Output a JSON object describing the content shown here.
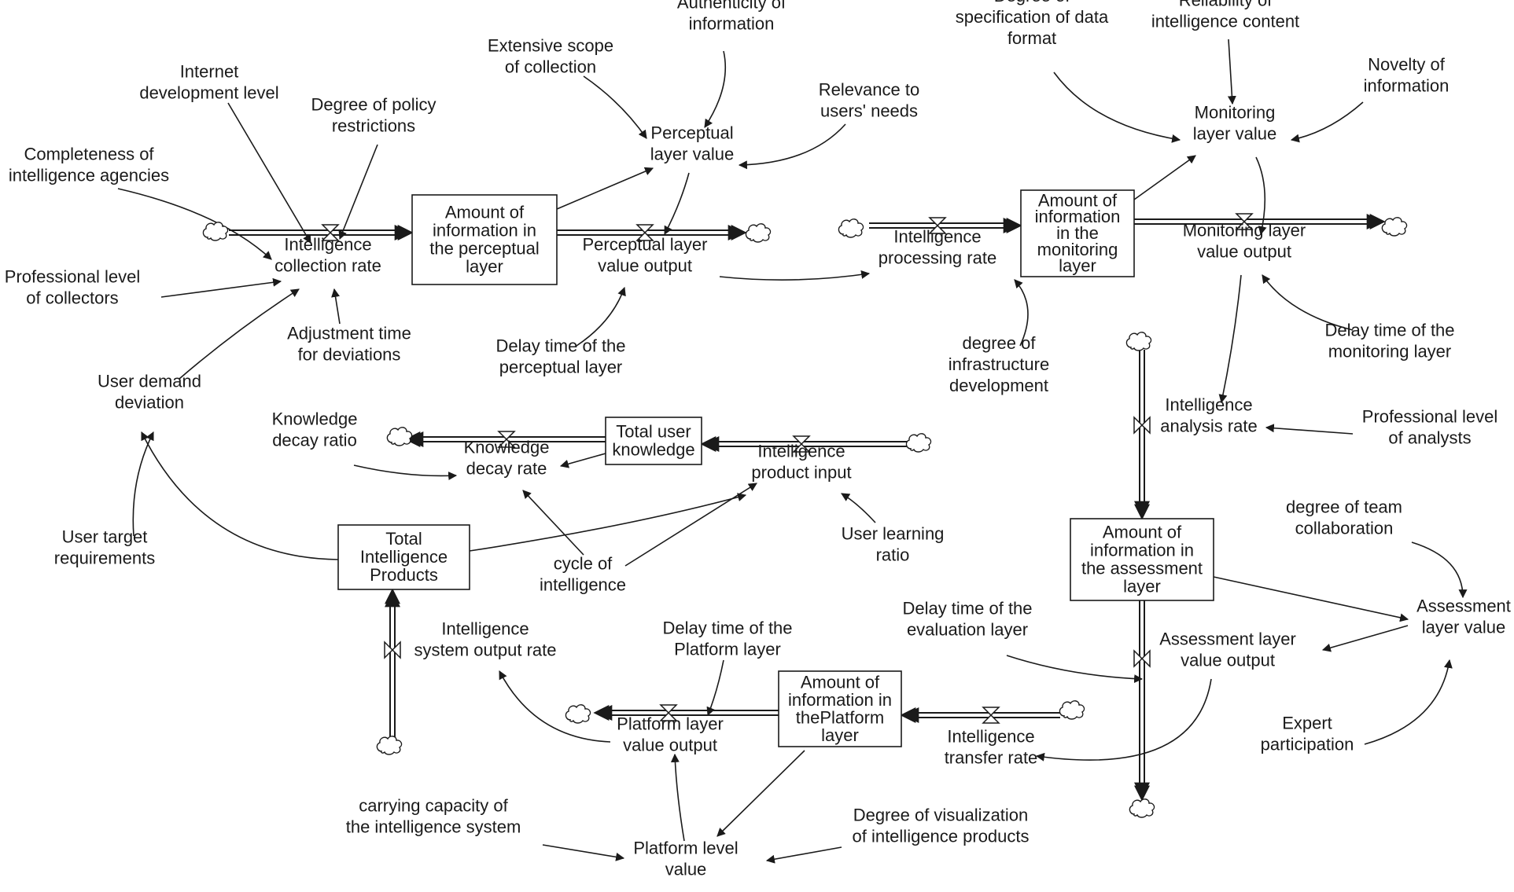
{
  "stocks": [
    {
      "id": "perceptual_amount",
      "lines": [
        "Amount of",
        "information in",
        "the perceptual",
        "layer"
      ]
    },
    {
      "id": "monitoring_amount",
      "lines": [
        "Amount of",
        "information",
        "in the",
        "monitoring",
        "layer"
      ]
    },
    {
      "id": "assessment_amount",
      "lines": [
        "Amount of",
        "information in",
        "the assessment",
        "layer"
      ]
    },
    {
      "id": "platform_amount",
      "lines": [
        "Amount of",
        "information in",
        "thePlatform",
        "layer"
      ]
    },
    {
      "id": "total_products",
      "lines": [
        "Total",
        "Intelligence",
        "Products"
      ]
    },
    {
      "id": "user_knowledge",
      "lines": [
        "Total user",
        "knowledge"
      ]
    }
  ],
  "variables": [
    {
      "id": "intelligence_collection_rate",
      "lines": [
        "Intelligence",
        "collection rate"
      ]
    },
    {
      "id": "perceptual_layer_value",
      "lines": [
        "Perceptual",
        "layer value"
      ]
    },
    {
      "id": "perceptual_value_output",
      "lines": [
        "Perceptual layer",
        "value output"
      ]
    },
    {
      "id": "intelligence_processing_rate",
      "lines": [
        "Intelligence",
        "processing rate"
      ]
    },
    {
      "id": "monitoring_layer_value",
      "lines": [
        "Monitoring",
        "layer value"
      ]
    },
    {
      "id": "monitoring_value_output",
      "lines": [
        "Monitoring layer",
        "value output"
      ]
    },
    {
      "id": "intelligence_analysis_rate",
      "lines": [
        "Intelligence",
        "analysis rate"
      ]
    },
    {
      "id": "assessment_layer_value",
      "lines": [
        "Assessment",
        "layer value"
      ]
    },
    {
      "id": "assessment_value_output",
      "lines": [
        "Assessment layer",
        "value output"
      ]
    },
    {
      "id": "intelligence_transfer_rate",
      "lines": [
        "Intelligence",
        "transfer rate"
      ]
    },
    {
      "id": "platform_value_output",
      "lines": [
        "Platform layer",
        "value output"
      ]
    },
    {
      "id": "platform_level_value",
      "lines": [
        "Platform level",
        "value"
      ]
    },
    {
      "id": "system_output_rate",
      "lines": [
        "Intelligence",
        "system output rate"
      ]
    },
    {
      "id": "knowledge_decay_rate",
      "lines": [
        "Knowledge",
        "decay rate"
      ]
    },
    {
      "id": "product_input",
      "lines": [
        "Intelligence",
        "product input"
      ]
    },
    {
      "id": "user_demand_deviation",
      "lines": [
        "User demand",
        "deviation"
      ]
    },
    {
      "id": "internet_development",
      "lines": [
        "Internet",
        "development level"
      ]
    },
    {
      "id": "policy_restrictions",
      "lines": [
        "Degree of policy",
        "restrictions"
      ]
    },
    {
      "id": "agency_completeness",
      "lines": [
        "Completeness of",
        "intelligence agencies"
      ]
    },
    {
      "id": "collector_professional",
      "lines": [
        "Professional level",
        "of collectors"
      ]
    },
    {
      "id": "adjustment_time",
      "lines": [
        "Adjustment time",
        "for deviations"
      ]
    },
    {
      "id": "extensive_scope",
      "lines": [
        "Extensive scope",
        "of collection"
      ]
    },
    {
      "id": "authenticity",
      "lines": [
        "Authenticity of",
        "information"
      ]
    },
    {
      "id": "relevance",
      "lines": [
        "Relevance to",
        "users' needs"
      ]
    },
    {
      "id": "delay_perceptual",
      "lines": [
        "Delay time of the",
        "perceptual layer"
      ]
    },
    {
      "id": "data_format_spec",
      "lines": [
        "Degree of",
        "specification of data",
        "format"
      ]
    },
    {
      "id": "content_reliability",
      "lines": [
        "Reliability of",
        "intelligence content"
      ]
    },
    {
      "id": "novelty",
      "lines": [
        "Novelty of",
        "information"
      ]
    },
    {
      "id": "infrastructure",
      "lines": [
        "degree of",
        "infrastructure",
        "development"
      ]
    },
    {
      "id": "delay_monitoring",
      "lines": [
        "Delay time of the",
        "monitoring layer"
      ]
    },
    {
      "id": "analyst_professional",
      "lines": [
        "Professional level",
        "of analysts"
      ]
    },
    {
      "id": "team_collaboration",
      "lines": [
        "degree of team",
        "collaboration"
      ]
    },
    {
      "id": "expert_participation",
      "lines": [
        "Expert",
        "participation"
      ]
    },
    {
      "id": "delay_evaluation",
      "lines": [
        "Delay time of the",
        "evaluation layer"
      ]
    },
    {
      "id": "delay_platform",
      "lines": [
        "Delay time of the",
        "Platform layer"
      ]
    },
    {
      "id": "carrying_capacity",
      "lines": [
        "carrying capacity of",
        "the intelligence system"
      ]
    },
    {
      "id": "visualization",
      "lines": [
        "Degree of visualization",
        "of intelligence products"
      ]
    },
    {
      "id": "knowledge_decay_ratio",
      "lines": [
        "Knowledge",
        "decay ratio"
      ]
    },
    {
      "id": "user_learning_ratio",
      "lines": [
        "User learning",
        "ratio"
      ]
    },
    {
      "id": "cycle_of_intelligence",
      "lines": [
        "cycle of",
        "intelligence"
      ]
    },
    {
      "id": "user_target",
      "lines": [
        "User target",
        "requirements"
      ]
    }
  ]
}
